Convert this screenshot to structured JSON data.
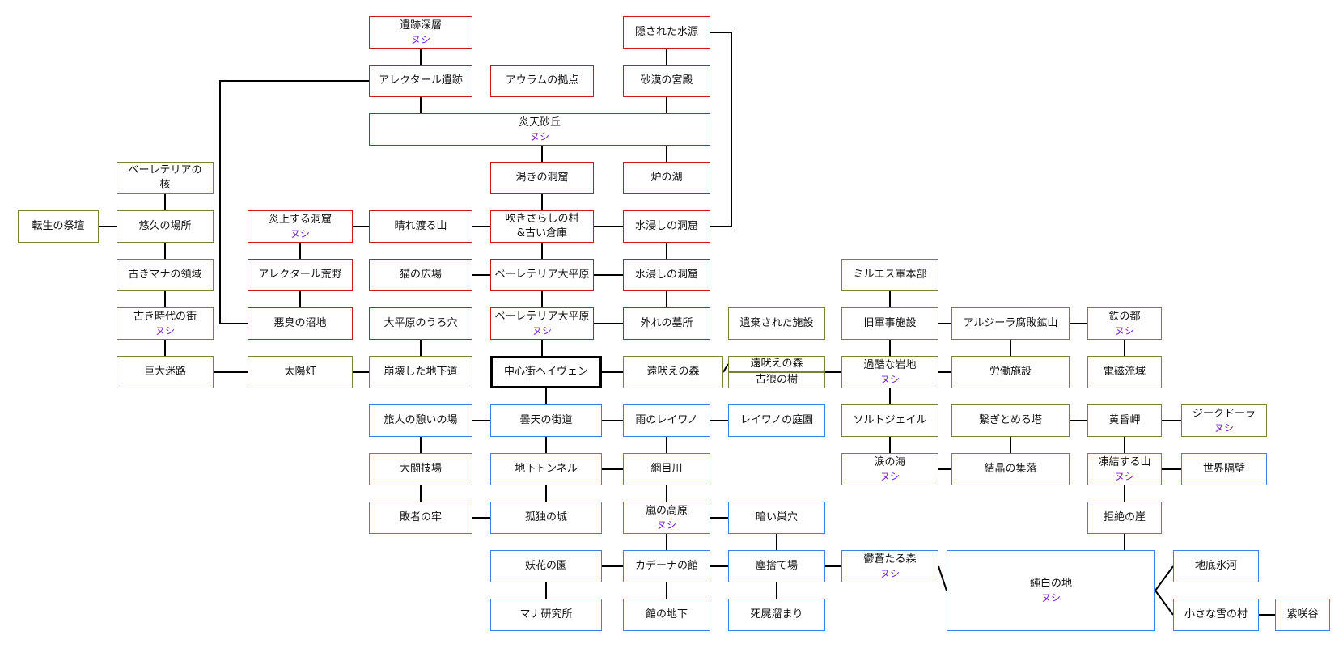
{
  "diagram": {
    "colors": {
      "desert": "#d01818",
      "east": "#7a7f3a",
      "south": "#3f7fe0",
      "boss": "#7a1fd0",
      "hub": "#000000",
      "line": "#000000"
    },
    "boss_label": "ヌシ",
    "nodes": [
      {
        "id": "iseki_shinsou",
        "label": "遺跡深層",
        "boss": true,
        "group": "desert"
      },
      {
        "id": "kakusareta",
        "label": "隠された水源",
        "boss": false,
        "group": "desert"
      },
      {
        "id": "arekutaru_iseki",
        "label": "アレクタール遺跡",
        "boss": false,
        "group": "desert"
      },
      {
        "id": "auramu",
        "label": "アウラムの拠点",
        "boss": false,
        "group": "desert"
      },
      {
        "id": "sabaku_kyuuden",
        "label": "砂漠の宮殿",
        "boss": false,
        "group": "desert"
      },
      {
        "id": "enten",
        "label": "炎天砂丘",
        "boss": true,
        "group": "desert"
      },
      {
        "id": "kawaki",
        "label": "渇きの洞窟",
        "boss": false,
        "group": "desert"
      },
      {
        "id": "ro_mizuumi",
        "label": "炉の湖",
        "boss": false,
        "group": "desert"
      },
      {
        "id": "enjou",
        "label": "炎上する洞窟",
        "boss": true,
        "group": "desert"
      },
      {
        "id": "harewataru",
        "label": "晴れ渡る山",
        "boss": false,
        "group": "desert"
      },
      {
        "id": "fukisarashi",
        "label": "吹きさらしの村\n&古い倉庫",
        "boss": false,
        "group": "desert"
      },
      {
        "id": "mizubitashi1",
        "label": "水浸しの洞窟",
        "boss": false,
        "group": "desert"
      },
      {
        "id": "arekutaru_kouya",
        "label": "アレクタール荒野",
        "boss": false,
        "group": "desert"
      },
      {
        "id": "neko",
        "label": "猫の広場",
        "boss": false,
        "group": "desert"
      },
      {
        "id": "bereteria_heigen1",
        "label": "ベーレテリア大平原",
        "boss": false,
        "group": "desert"
      },
      {
        "id": "mizubitashi2",
        "label": "水浸しの洞窟",
        "boss": false,
        "group": "desert"
      },
      {
        "id": "akushuu",
        "label": "悪臭の沼地",
        "boss": false,
        "group": "desert"
      },
      {
        "id": "uroana",
        "label": "大平原のうろ穴",
        "boss": false,
        "group": "desert"
      },
      {
        "id": "bereteria_heigen2",
        "label": "ベーレテリア大平原",
        "boss": true,
        "group": "desert"
      },
      {
        "id": "hazure",
        "label": "外れの墓所",
        "boss": false,
        "group": "desert"
      },
      {
        "id": "bereteria_kaku",
        "label": "ベーレテリアの\n核",
        "boss": false,
        "group": "east"
      },
      {
        "id": "tensei",
        "label": "転生の祭壇",
        "boss": false,
        "group": "east"
      },
      {
        "id": "yuukyuu",
        "label": "悠久の場所",
        "boss": false,
        "group": "east"
      },
      {
        "id": "furuki_mana",
        "label": "古きマナの領域",
        "boss": false,
        "group": "east"
      },
      {
        "id": "furuki_jidai",
        "label": "古き時代の街",
        "boss": true,
        "group": "east"
      },
      {
        "id": "kyodai",
        "label": "巨大迷路",
        "boss": false,
        "group": "east"
      },
      {
        "id": "taiyoutou",
        "label": "太陽灯",
        "boss": false,
        "group": "east"
      },
      {
        "id": "houkai",
        "label": "崩壊した地下道",
        "boss": false,
        "group": "east"
      },
      {
        "id": "heaven",
        "label": "中心街ヘイヴェン",
        "boss": false,
        "group": "hub"
      },
      {
        "id": "toboe_mori_big",
        "label": "遠吠えの森",
        "boss": false,
        "group": "east"
      },
      {
        "id": "iki_shisetsu",
        "label": "遺棄された施設",
        "boss": false,
        "group": "east"
      },
      {
        "id": "toboe_mori_small",
        "label": "遠吠えの森",
        "boss": false,
        "group": "east"
      },
      {
        "id": "korou",
        "label": "古狼の樹",
        "boss": false,
        "group": "east"
      },
      {
        "id": "miruesu",
        "label": "ミルエス軍本部",
        "boss": false,
        "group": "east"
      },
      {
        "id": "kyuu_gunji",
        "label": "旧軍事施設",
        "boss": false,
        "group": "east"
      },
      {
        "id": "arujira",
        "label": "アルジーラ腐敗鉱山",
        "boss": false,
        "group": "east"
      },
      {
        "id": "tetsu_miyako",
        "label": "鉄の都",
        "boss": true,
        "group": "east"
      },
      {
        "id": "kakoku",
        "label": "過酷な岩地",
        "boss": true,
        "group": "east"
      },
      {
        "id": "roudou",
        "label": "労働施設",
        "boss": false,
        "group": "east"
      },
      {
        "id": "denji",
        "label": "電磁流域",
        "boss": false,
        "group": "east"
      },
      {
        "id": "soruto",
        "label": "ソルトジェイル",
        "boss": false,
        "group": "east"
      },
      {
        "id": "tsunagi",
        "label": "繋ぎとめる塔",
        "boss": false,
        "group": "east"
      },
      {
        "id": "tasogare",
        "label": "黄昏岬",
        "boss": false,
        "group": "east"
      },
      {
        "id": "jikudora",
        "label": "ジークドーラ",
        "boss": true,
        "group": "east"
      },
      {
        "id": "namida",
        "label": "涙の海",
        "boss": true,
        "group": "east"
      },
      {
        "id": "kesshou",
        "label": "結晶の集落",
        "boss": false,
        "group": "east"
      },
      {
        "id": "tabibito",
        "label": "旅人の憩いの場",
        "boss": false,
        "group": "south"
      },
      {
        "id": "donten",
        "label": "曇天の街道",
        "boss": false,
        "group": "south"
      },
      {
        "id": "ame_reiwono",
        "label": "雨のレイワノ",
        "boss": false,
        "group": "south"
      },
      {
        "id": "reiwono_teien",
        "label": "レイワノの庭園",
        "boss": false,
        "group": "south"
      },
      {
        "id": "daitougi",
        "label": "大闘技場",
        "boss": false,
        "group": "south"
      },
      {
        "id": "chika_tunnel",
        "label": "地下トンネル",
        "boss": false,
        "group": "south"
      },
      {
        "id": "amime",
        "label": "網目川",
        "boss": false,
        "group": "south"
      },
      {
        "id": "haisha",
        "label": "敗者の牢",
        "boss": false,
        "group": "south"
      },
      {
        "id": "kodoku",
        "label": "孤独の城",
        "boss": false,
        "group": "south"
      },
      {
        "id": "arashi",
        "label": "嵐の高原",
        "boss": true,
        "group": "south"
      },
      {
        "id": "kurai_suana",
        "label": "暗い巣穴",
        "boss": false,
        "group": "south"
      },
      {
        "id": "youka",
        "label": "妖花の園",
        "boss": false,
        "group": "south"
      },
      {
        "id": "kadena",
        "label": "カデーナの館",
        "boss": false,
        "group": "south"
      },
      {
        "id": "jinkai",
        "label": "塵捨て場",
        "boss": false,
        "group": "south"
      },
      {
        "id": "ussou",
        "label": "鬱蒼たる森",
        "boss": true,
        "group": "south"
      },
      {
        "id": "mana_kenkyuu",
        "label": "マナ研究所",
        "boss": false,
        "group": "south"
      },
      {
        "id": "yakata_chika",
        "label": "館の地下",
        "boss": false,
        "group": "south"
      },
      {
        "id": "shikabane",
        "label": "死屍溜まり",
        "boss": false,
        "group": "south"
      },
      {
        "id": "touketsu",
        "label": "凍結する山",
        "boss": true,
        "group": "south"
      },
      {
        "id": "sekai_heki",
        "label": "世界隔壁",
        "boss": false,
        "group": "south"
      },
      {
        "id": "kyozetsu",
        "label": "拒絶の崖",
        "boss": false,
        "group": "south"
      },
      {
        "id": "junpaku",
        "label": "純白の地",
        "boss": true,
        "group": "south"
      },
      {
        "id": "chitei",
        "label": "地底氷河",
        "boss": false,
        "group": "south"
      },
      {
        "id": "chiisana",
        "label": "小さな雪の村",
        "boss": false,
        "group": "south"
      },
      {
        "id": "shisaku",
        "label": "紫咲谷",
        "boss": false,
        "group": "south"
      }
    ]
  }
}
